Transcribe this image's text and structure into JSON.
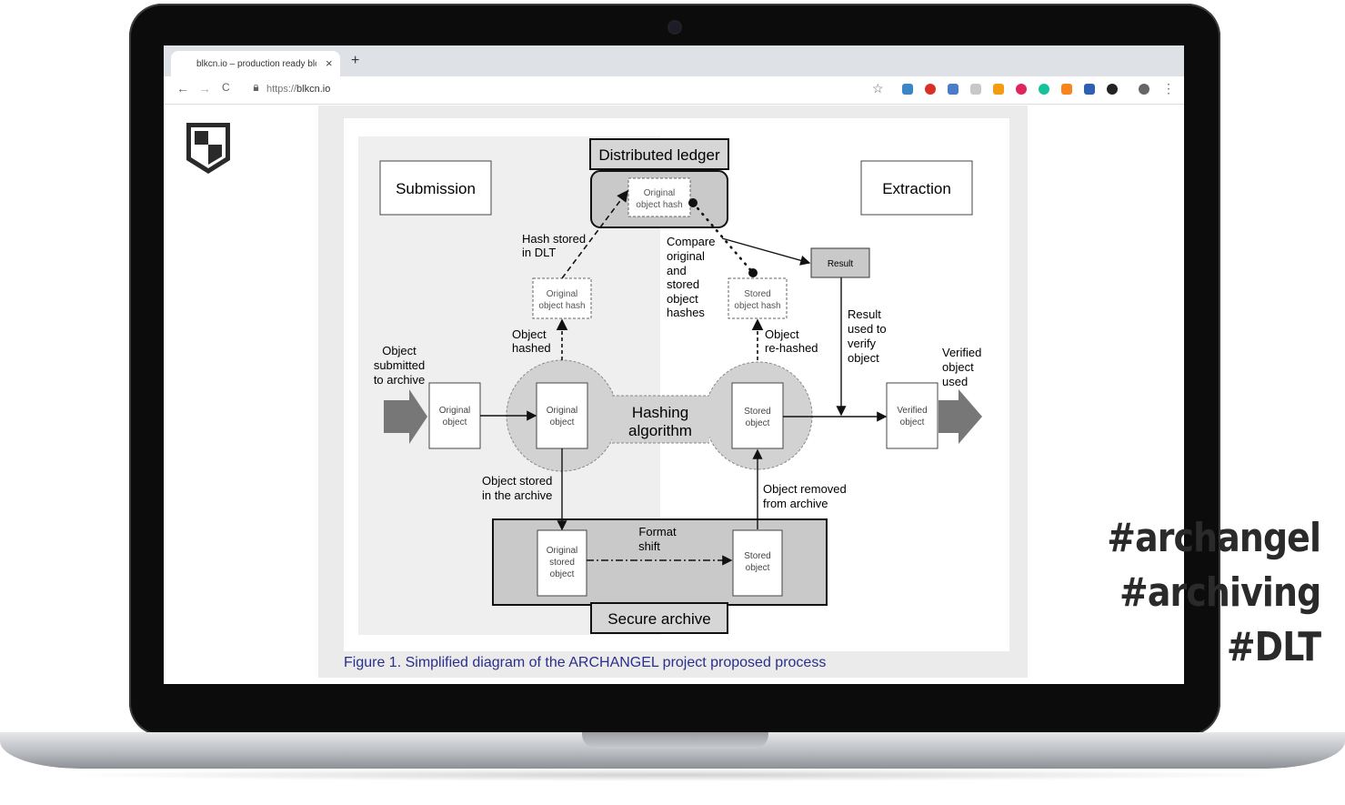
{
  "browser": {
    "tab_title": "blkcn.io – production ready blo",
    "tab_close": "×",
    "new_tab": "+",
    "url_scheme": "https://",
    "url_host": "blkcn.io",
    "back": "←",
    "forward": "→",
    "reload": "C",
    "star": "☆",
    "menu": "⋮",
    "extension_icons": [
      "abp-icon",
      "puzzle-icon",
      "chat-icon",
      "rss-icon",
      "pinterest-icon",
      "grammarly-icon",
      "metamask-icon",
      "grid-icon",
      "search-icon",
      "avatar-icon"
    ],
    "colors": {
      "tabstrip": "#dee1e6",
      "toolbar": "#ffffff"
    }
  },
  "figure": {
    "caption": "Figure 1. Simplified diagram of the ARCHANGEL project proposed process",
    "boxes": {
      "submission": "Submission",
      "extraction": "Extraction",
      "distributed_ledger": "Distributed ledger",
      "ledger_hash": [
        "Original",
        "object hash"
      ],
      "original_hash": [
        "Original",
        "object hash"
      ],
      "stored_hash": [
        "Stored",
        "object hash"
      ],
      "result": "Result",
      "original_object_in": [
        "Original",
        "object"
      ],
      "original_object_hash": [
        "Original",
        "object"
      ],
      "stored_object_hash": [
        "Stored",
        "object"
      ],
      "verified_object": [
        "Verified",
        "object"
      ],
      "hashing_algorithm": [
        "Hashing",
        "algorithm"
      ],
      "original_stored_object": [
        "Original",
        "stored",
        "object"
      ],
      "stored_object_archive": [
        "Stored",
        "object"
      ],
      "secure_archive": "Secure archive"
    },
    "labels": {
      "hash_stored": [
        "Hash stored",
        "in DLT"
      ],
      "compare": [
        "Compare",
        "original",
        "and",
        "stored",
        "object",
        "hashes"
      ],
      "object_hashed": [
        "Object",
        "hashed"
      ],
      "object_rehashed": [
        "Object",
        "re-hashed"
      ],
      "object_submitted": [
        "Object",
        "submitted",
        "to archive"
      ],
      "result_used": [
        "Result",
        "used to",
        "verify",
        "object"
      ],
      "verified_used": [
        "Verified",
        "object",
        "used"
      ],
      "object_stored": [
        "Object stored",
        "in the archive"
      ],
      "object_removed": [
        "Object removed",
        "from archive"
      ],
      "format_shift": [
        "Format",
        "shift"
      ]
    }
  },
  "hashtags": [
    "#archangel",
    "#archiving",
    "#DLT"
  ]
}
